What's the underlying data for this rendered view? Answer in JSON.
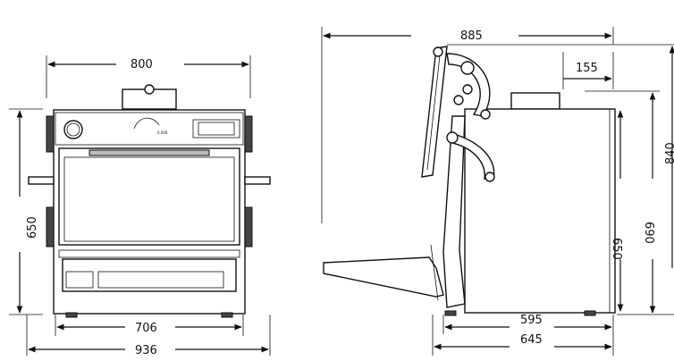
{
  "front_view": {
    "dim_width_top": "800",
    "dim_height_left": "650",
    "dim_width_base": "706",
    "dim_width_overall": "936",
    "panel_label": "0.000"
  },
  "side_view": {
    "dim_depth_overall": "885",
    "dim_offset_top": "155",
    "dim_height_cut": "840",
    "dim_height_body": "650",
    "dim_height_total": "690",
    "dim_depth_base": "595",
    "dim_depth_feet": "645"
  }
}
